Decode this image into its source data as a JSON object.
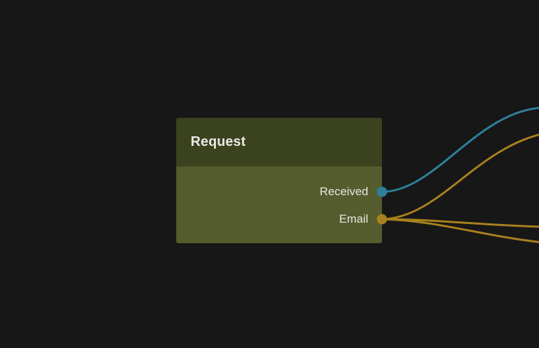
{
  "canvas": {
    "background_color": "#171717"
  },
  "node": {
    "title": "Request",
    "header_color": "#3a431e",
    "body_color": "#555c2d",
    "outputs": [
      {
        "label": "Received",
        "port_color": "#2e809b"
      },
      {
        "label": "Email",
        "port_color": "#a8801f"
      }
    ]
  },
  "wires": [
    {
      "from_port": "Received",
      "color": "#2e809b"
    },
    {
      "from_port": "Email",
      "color": "#a8801f"
    },
    {
      "from_port": "Email",
      "color": "#a8801f"
    },
    {
      "from_port": "Email",
      "color": "#a8801f"
    }
  ]
}
